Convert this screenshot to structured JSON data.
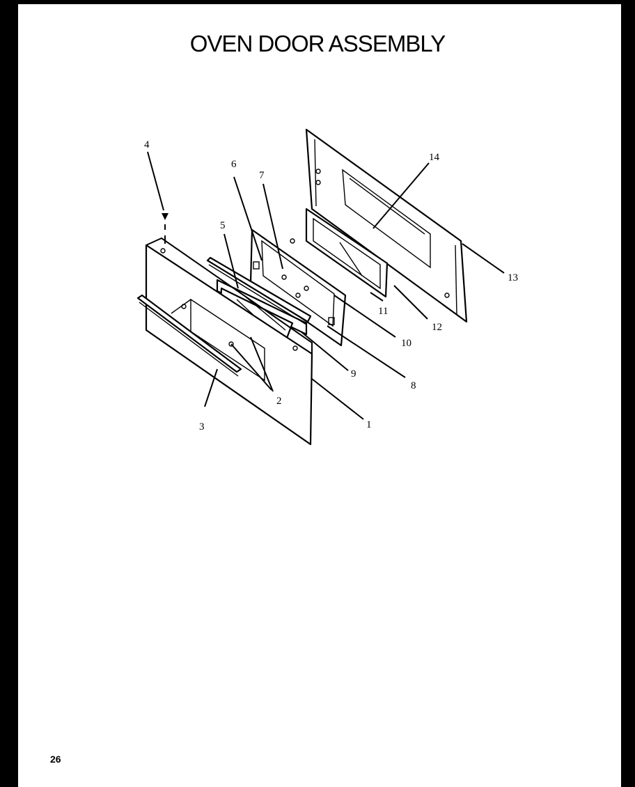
{
  "title": "OVEN DOOR ASSEMBLY",
  "page_number": "26",
  "callouts": {
    "c1": "1",
    "c2": "2",
    "c3": "3",
    "c4": "4",
    "c5": "5",
    "c6": "6",
    "c7": "7",
    "c8": "8",
    "c9": "9",
    "c10": "10",
    "c11": "11",
    "c12": "12",
    "c13": "13",
    "c14": "14"
  }
}
